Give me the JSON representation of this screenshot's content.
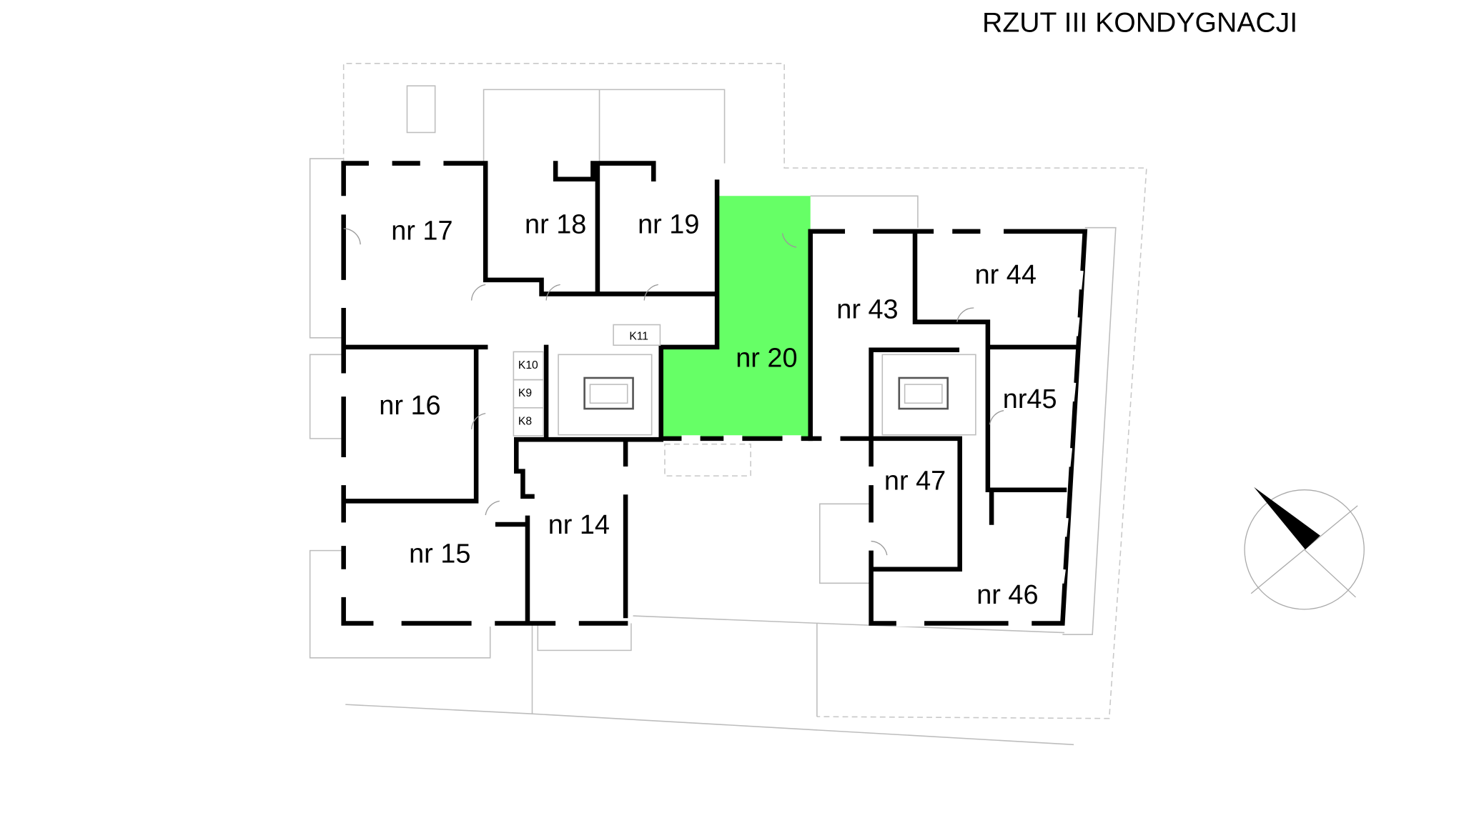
{
  "title": "RZUT  III  KONDYGNACJI",
  "highlight_color": "#66ff66",
  "highlight_label_color": "#1a7f1a",
  "rooms": [
    {
      "label": "nr 17"
    },
    {
      "label": "nr 18"
    },
    {
      "label": "nr 19"
    },
    {
      "label": "nr 16"
    },
    {
      "label": "nr 15"
    },
    {
      "label": "nr 14"
    },
    {
      "label": "nr 20"
    },
    {
      "label": "nr 43"
    },
    {
      "label": "nr 44"
    },
    {
      "label": "nr45"
    },
    {
      "label": "nr 47"
    },
    {
      "label": "nr 46"
    }
  ],
  "storage": [
    {
      "label": "K11"
    },
    {
      "label": "K10"
    },
    {
      "label": "K9"
    },
    {
      "label": "K8"
    }
  ],
  "compass_icon": "north-arrow-icon"
}
